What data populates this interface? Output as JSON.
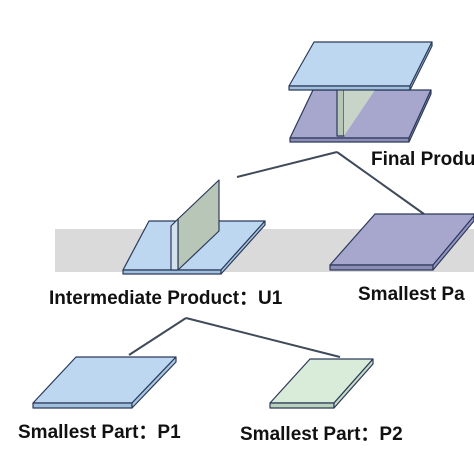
{
  "labels": {
    "final_product": "Final Produ",
    "intermediate_product": "Intermediate Product：U1",
    "smallest_part_right": "Smallest Pa",
    "smallest_part_p1": "Smallest Part：P1",
    "smallest_part_p2": "Smallest Part：P2"
  },
  "colors": {
    "plate_light_blue": "#bcd7ef",
    "plate_purple": "#a7a6cd",
    "plate_light_green": "#d9ecd9",
    "web_green_gray": "#b7c6b7",
    "edge_dark": "#2c3a5a",
    "band_gray": "#dadada",
    "connector_line": "#3f4a5a"
  }
}
